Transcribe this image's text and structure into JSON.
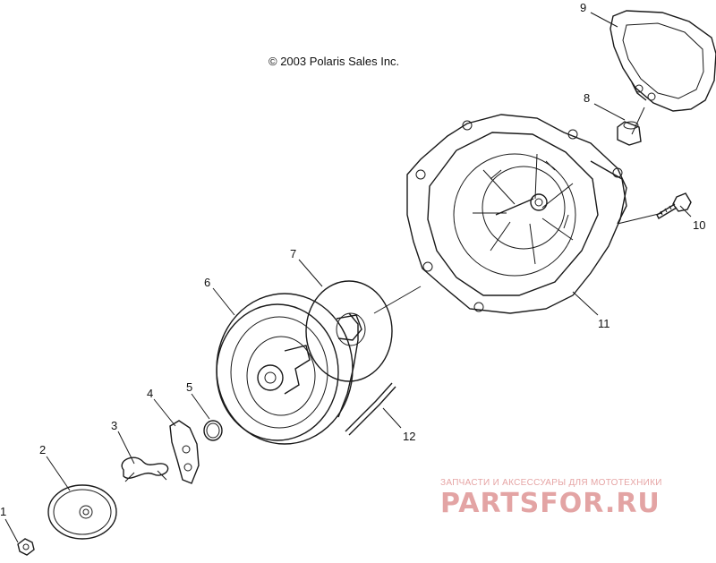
{
  "copyright": "© 2003 Polaris Sales Inc.",
  "callouts": [
    {
      "id": "1",
      "part": "nut-1"
    },
    {
      "id": "2",
      "part": "washer-plate-2"
    },
    {
      "id": "3",
      "part": "spring-3"
    },
    {
      "id": "4",
      "part": "pawl-4"
    },
    {
      "id": "5",
      "part": "snap-ring-5"
    },
    {
      "id": "6",
      "part": "reel-6"
    },
    {
      "id": "7",
      "part": "recoil-spring-7"
    },
    {
      "id": "8",
      "part": "insert-8"
    },
    {
      "id": "9",
      "part": "handle-9"
    },
    {
      "id": "10",
      "part": "bolt-10"
    },
    {
      "id": "11",
      "part": "housing-11"
    },
    {
      "id": "12",
      "part": "rope-12"
    }
  ],
  "watermark": {
    "line1": "ЗАПЧАСТИ И АКСЕССУАРЫ ДЛЯ МОТОТЕХНИКИ",
    "line2": "PARTSFOR.RU",
    "color": "#e3a4a4"
  }
}
